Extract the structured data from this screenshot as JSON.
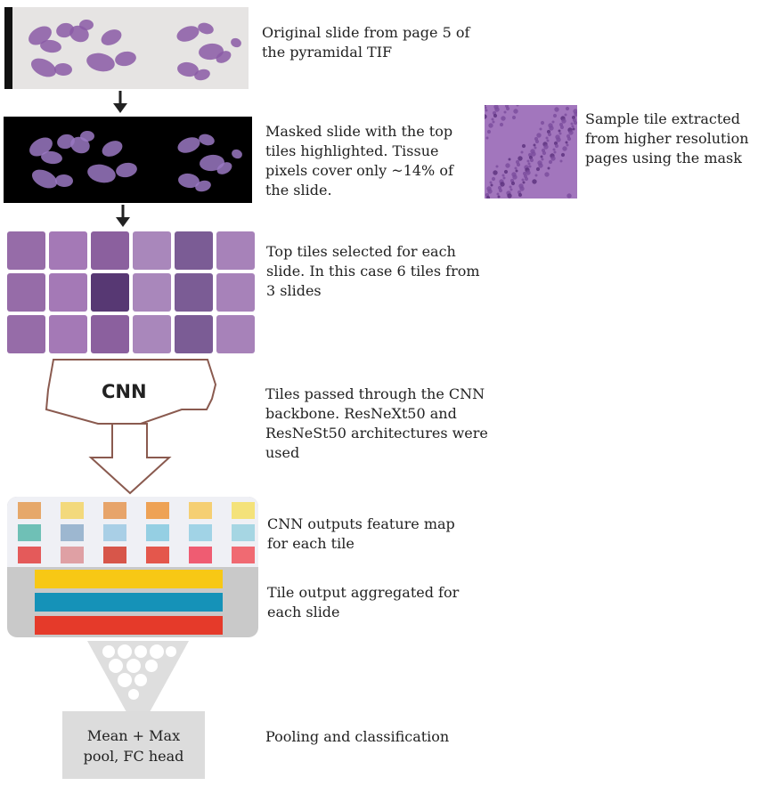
{
  "steps": {
    "original_slide": "Original slide from page 5 of the pyramidal TIF",
    "masked_slide": "Masked slide with the top tiles highlighted. Tissue pixels cover only ~14% of the slide.",
    "sample_tile": "Sample tile extracted from higher resolution pages using the mask",
    "top_tiles": "Top tiles selected for each slide. In this case 6 tiles from 3 slides",
    "cnn_backbone": "Tiles passed through the CNN backbone. ResNeXt50 and ResNeSt50 architectures were used",
    "feature_map": "CNN outputs feature map for each tile",
    "aggregation": "Tile output aggregated for each slide",
    "pooling": "Pooling and classification"
  },
  "cnn_label": "CNN",
  "head_label": "Mean + Max pool, FC head",
  "colors": {
    "tissue_purple": "#8a5ba6",
    "feature_row_1": [
      "#e6a86a",
      "#f3d97c",
      "#e7a46a",
      "#eea255",
      "#f5cf73",
      "#f4e27a"
    ],
    "feature_row_2": [
      "#6fc0b6",
      "#9db7d0",
      "#a9cfe6",
      "#95cfe3",
      "#a1d3e6",
      "#a6d6e3"
    ],
    "feature_row_3": [
      "#e45a5a",
      "#dfa0a4",
      "#d7564a",
      "#e4574c",
      "#ef5c72",
      "#f06a72"
    ],
    "aggregate_bars": [
      "#f7c815",
      "#1592b8",
      "#e53a2a"
    ]
  }
}
